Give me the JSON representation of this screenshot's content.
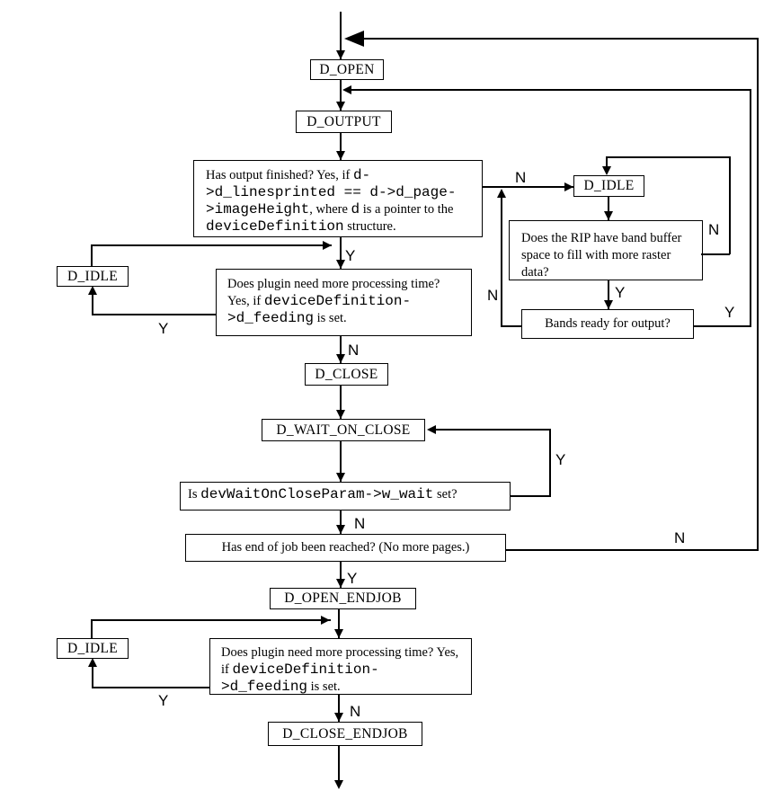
{
  "nodes": {
    "d_open": "D_OPEN",
    "d_output": "D_OUTPUT",
    "d_idle_right": "D_IDLE",
    "d_idle_mid": "D_IDLE",
    "d_close": "D_CLOSE",
    "d_wait_on_close": "D_WAIT_ON_CLOSE",
    "d_open_endjob": "D_OPEN_ENDJOB",
    "d_idle_bottom": "D_IDLE",
    "d_close_endjob": "D_CLOSE_ENDJOB"
  },
  "labels": {
    "yes": "Y",
    "no": "N"
  },
  "decisions": {
    "output_finished": [
      {
        "t": "Has output finished? Yes, if "
      },
      {
        "t": "d->d_linesprinted == d->d_page->imageHeight",
        "mono": true
      },
      {
        "t": ", where "
      },
      {
        "t": "d",
        "mono": true
      },
      {
        "t": " is a pointer to the "
      },
      {
        "t": "deviceDefinition",
        "mono": true
      },
      {
        "t": " structure."
      }
    ],
    "rip_band_buffer": [
      {
        "t": "Does the RIP have band buffer space to fill with more raster data?"
      }
    ],
    "bands_ready": [
      {
        "t": "Bands ready for output?"
      }
    ],
    "plugin_processing": [
      {
        "t": "Does plugin need more processing time? Yes, if "
      },
      {
        "t": "deviceDefinition->d_feeding",
        "mono": true
      },
      {
        "t": " is set."
      }
    ],
    "wait_on_close": [
      {
        "t": "Is "
      },
      {
        "t": "devWaitOnCloseParam->w_wait",
        "mono": true
      },
      {
        "t": " set?"
      }
    ],
    "end_of_job": [
      {
        "t": "Has end of job been reached? (No more pages.)"
      }
    ]
  }
}
